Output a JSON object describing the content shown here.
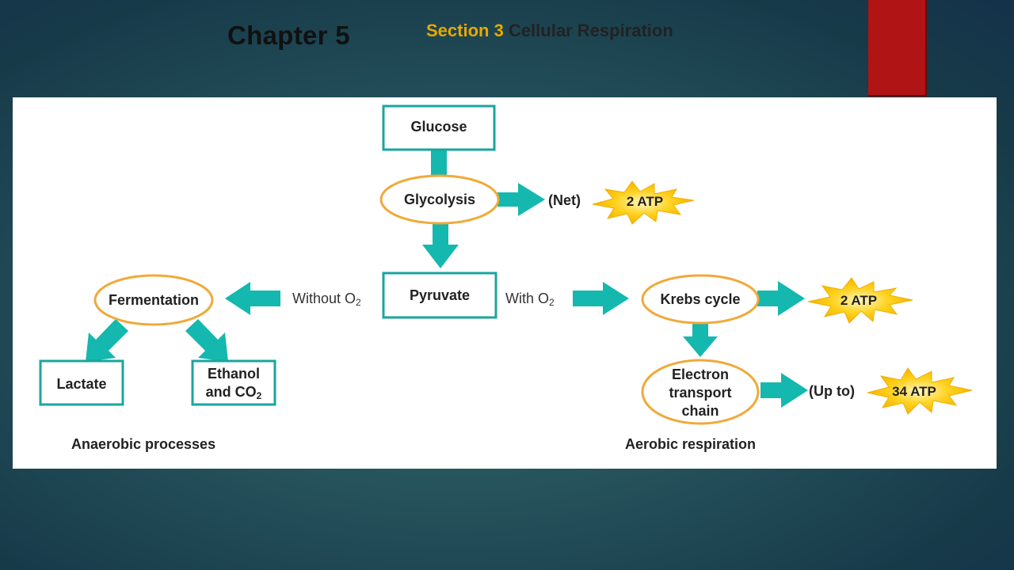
{
  "header": {
    "chapter": "Chapter 5",
    "section_prefix": "Section 3",
    "section_title": "Cellular Respiration"
  },
  "diagram": {
    "glucose": "Glucose",
    "glycolysis": "Glycolysis",
    "net": "(Net)",
    "atp_glycolysis": "2 ATP",
    "pyruvate": "Pyruvate",
    "without": "Without O",
    "with": "With O",
    "o2_sub": "2",
    "fermentation": "Fermentation",
    "lactate": "Lactate",
    "ethanol_line1": "Ethanol",
    "ethanol_line2": "and CO",
    "co2_sub": "2",
    "krebs": "Krebs cycle",
    "atp_krebs": "2 ATP",
    "etc_line1": "Electron",
    "etc_line2": "transport",
    "etc_line3": "chain",
    "up_to": "(Up to)",
    "atp_etc": "34 ATP",
    "anaerobic": "Anaerobic processes",
    "aerobic": "Aerobic respiration"
  },
  "colors": {
    "teal": "#14b8ae",
    "box_border": "#1aa59c",
    "ellipse_border": "#f0a93a",
    "starburst": "#ffd21e",
    "red_tab": "#b01414",
    "section_accent": "#e8a800"
  }
}
